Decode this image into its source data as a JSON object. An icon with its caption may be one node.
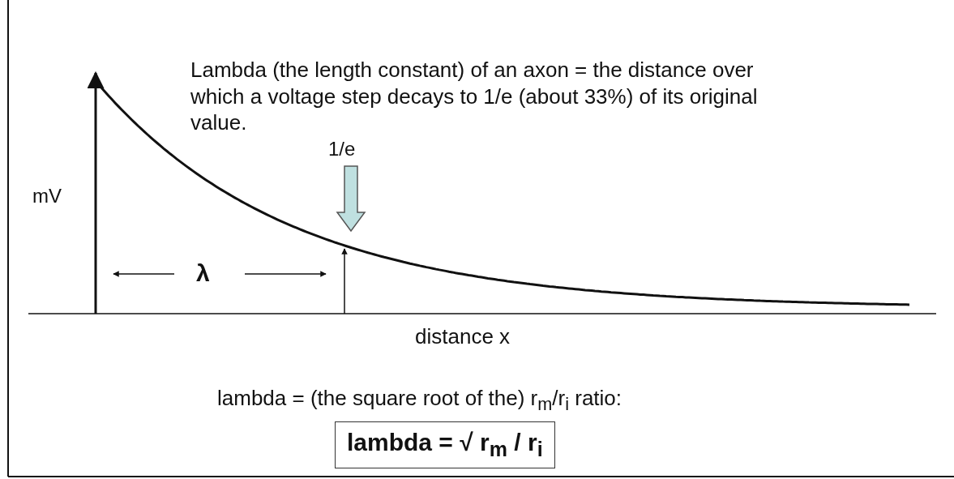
{
  "diagram": {
    "nodes": [
      {
        "text": [
          "lambda = √ r$_{m}$ / r$_{i}$"
        ]
      }
    ],
    "labels": [
      "Lambda (the length constant) of an axon = the distance over which a voltage step decays to 1/e (about 33%) of its original value.",
      "1/e",
      "mV",
      "λ",
      "distance x",
      "lambda = (the square root of the) r$_{m}$/r$_{i}$ ratio:"
    ]
  }
}
